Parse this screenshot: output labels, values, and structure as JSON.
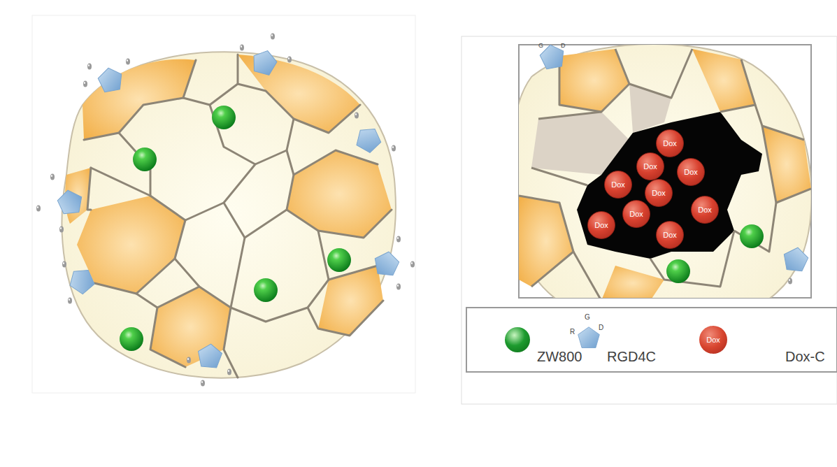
{
  "diagram": {
    "nodes": [
      {
        "text": [
          "Dox"
        ]
      },
      {
        "text": [
          "Dox"
        ]
      },
      {
        "text": [
          "Dox"
        ]
      },
      {
        "text": [
          "Dox"
        ]
      },
      {
        "text": [
          "Dox"
        ]
      },
      {
        "text": [
          "Dox"
        ]
      },
      {
        "text": [
          "Dox"
        ]
      },
      {
        "text": [
          "Dox"
        ]
      },
      {
        "text": [
          "Dox"
        ]
      }
    ],
    "labels": [
      "G",
      "D",
      "R",
      "G",
      "D",
      "Dox"
    ],
    "legend": [
      {
        "text": "ZW800",
        "color": "#1e9b2f"
      },
      {
        "text": "RGD4C"
      },
      {
        "text": "Dox-C",
        "color": "#d8452f"
      }
    ]
  }
}
